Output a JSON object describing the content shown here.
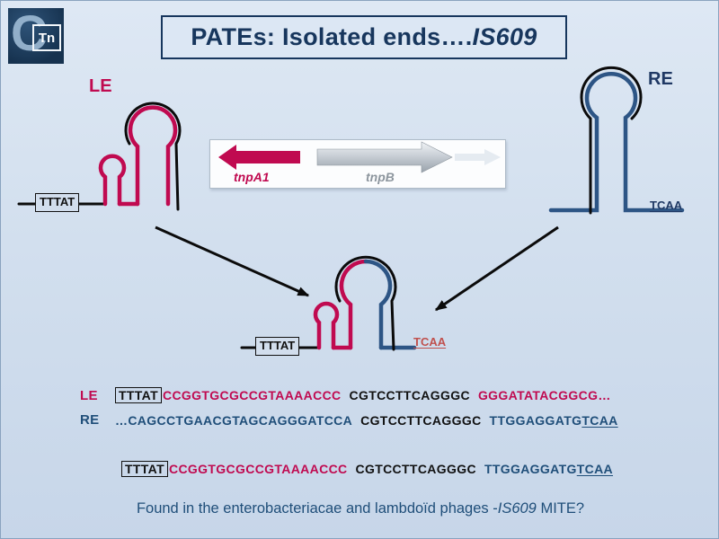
{
  "slide": {
    "title": {
      "main": "PATEs: Isolated ends….",
      "element": "IS609"
    },
    "footer": {
      "pre": "Found in the enterobacteriacae and lambdoïd phages -",
      "element": "IS609",
      "post": " MITE?"
    }
  },
  "logo": {
    "c": "C",
    "tn": "Tn"
  },
  "structures": {
    "le": {
      "label": "LE",
      "end_box": "TTTAT"
    },
    "re": {
      "label": "RE",
      "end_seq": "TCAA"
    },
    "mite": {
      "end_box": "TTTAT",
      "end_seq": "TCAA"
    }
  },
  "genes": {
    "a": "tnpA1",
    "b": "tnpB"
  },
  "sequences": {
    "rows": [
      {
        "label": "LE",
        "boxed": "TTTAT",
        "left": "CCGGTGCGCCGTAAAACCC",
        "core": "CGTCCTTCAGGGC",
        "right": "GGGATATACGGCG…",
        "right_end": ""
      },
      {
        "label": "RE",
        "left": "…CAGCCTGAACGTAGCAGGGATCCA",
        "core": "CGTCCTTCAGGGC",
        "right": "TTGGAGGATG",
        "right_end": "TCAA"
      },
      {
        "boxed": "TTTAT",
        "left": "CCGGTGCGCCGTAAAACCC",
        "core": "CGTCCTTCAGGGC",
        "right": "TTGGAGGATG",
        "right_end": "TCAA"
      }
    ]
  },
  "colors": {
    "crimson": "#c00a50",
    "navy_title": "#17365d",
    "navy_text": "#1f4e79",
    "structure_blue": "#2d5585",
    "gene_gray": "#8d969e",
    "accent_red": "#c0504d",
    "background": "#d2dfee"
  }
}
